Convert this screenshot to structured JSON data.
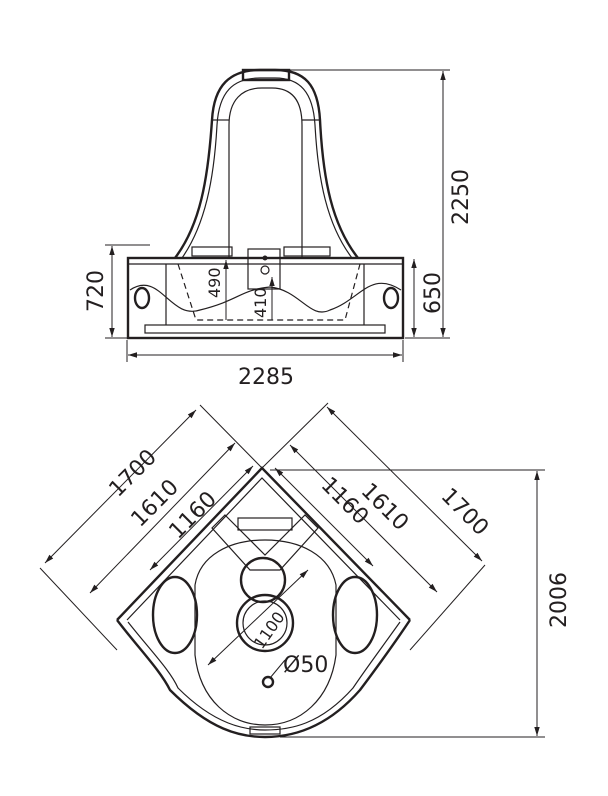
{
  "front_view": {
    "dimensions": {
      "total_height": "2250",
      "base_height_left": "720",
      "base_height_right": "650",
      "width": "2285",
      "inner_depth": "490",
      "seat_height": "410"
    }
  },
  "plan_view": {
    "dimensions": {
      "left_outer": "1700",
      "left_middle": "1610",
      "left_inner": "1160",
      "right_outer": "1700",
      "right_middle": "1610",
      "right_inner": "1160",
      "depth": "2006",
      "basin_diameter": "1100",
      "drain_diameter": "Ø50"
    }
  },
  "colors": {
    "line": "#231f20",
    "background": "#ffffff"
  }
}
